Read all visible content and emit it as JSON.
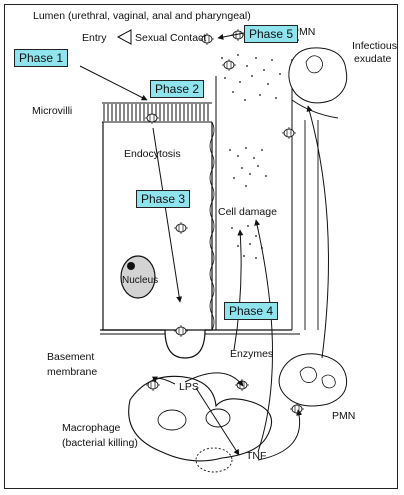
{
  "labels": {
    "lumen": "Lumen (urethral, vaginal, anal and pharyngeal)",
    "entry": "Entry",
    "sexual_contact": "Sexual Contact",
    "pmn_top": "PMN",
    "infectious": "Infectious",
    "exudate": "exudate",
    "microvilli": "Microvilli",
    "endocytosis": "Endocytosis",
    "cell_damage": "Cell damage",
    "nucleus": "Nucleus",
    "basement": "Basement",
    "membrane": "membrane",
    "enzymes": "Enzymes",
    "lps": "LPS",
    "macrophage": "Macrophage",
    "bacterial_killing": "(bacterial killing)",
    "tnf": "TNF",
    "pmn_bottom": "PMN"
  },
  "phases": {
    "p1": "Phase 1",
    "p2": "Phase 2",
    "p3": "Phase 3",
    "p4": "Phase 4",
    "p5": "Phase 5"
  },
  "colors": {
    "phase_fill": "#8fe4ee",
    "line": "#111111"
  }
}
